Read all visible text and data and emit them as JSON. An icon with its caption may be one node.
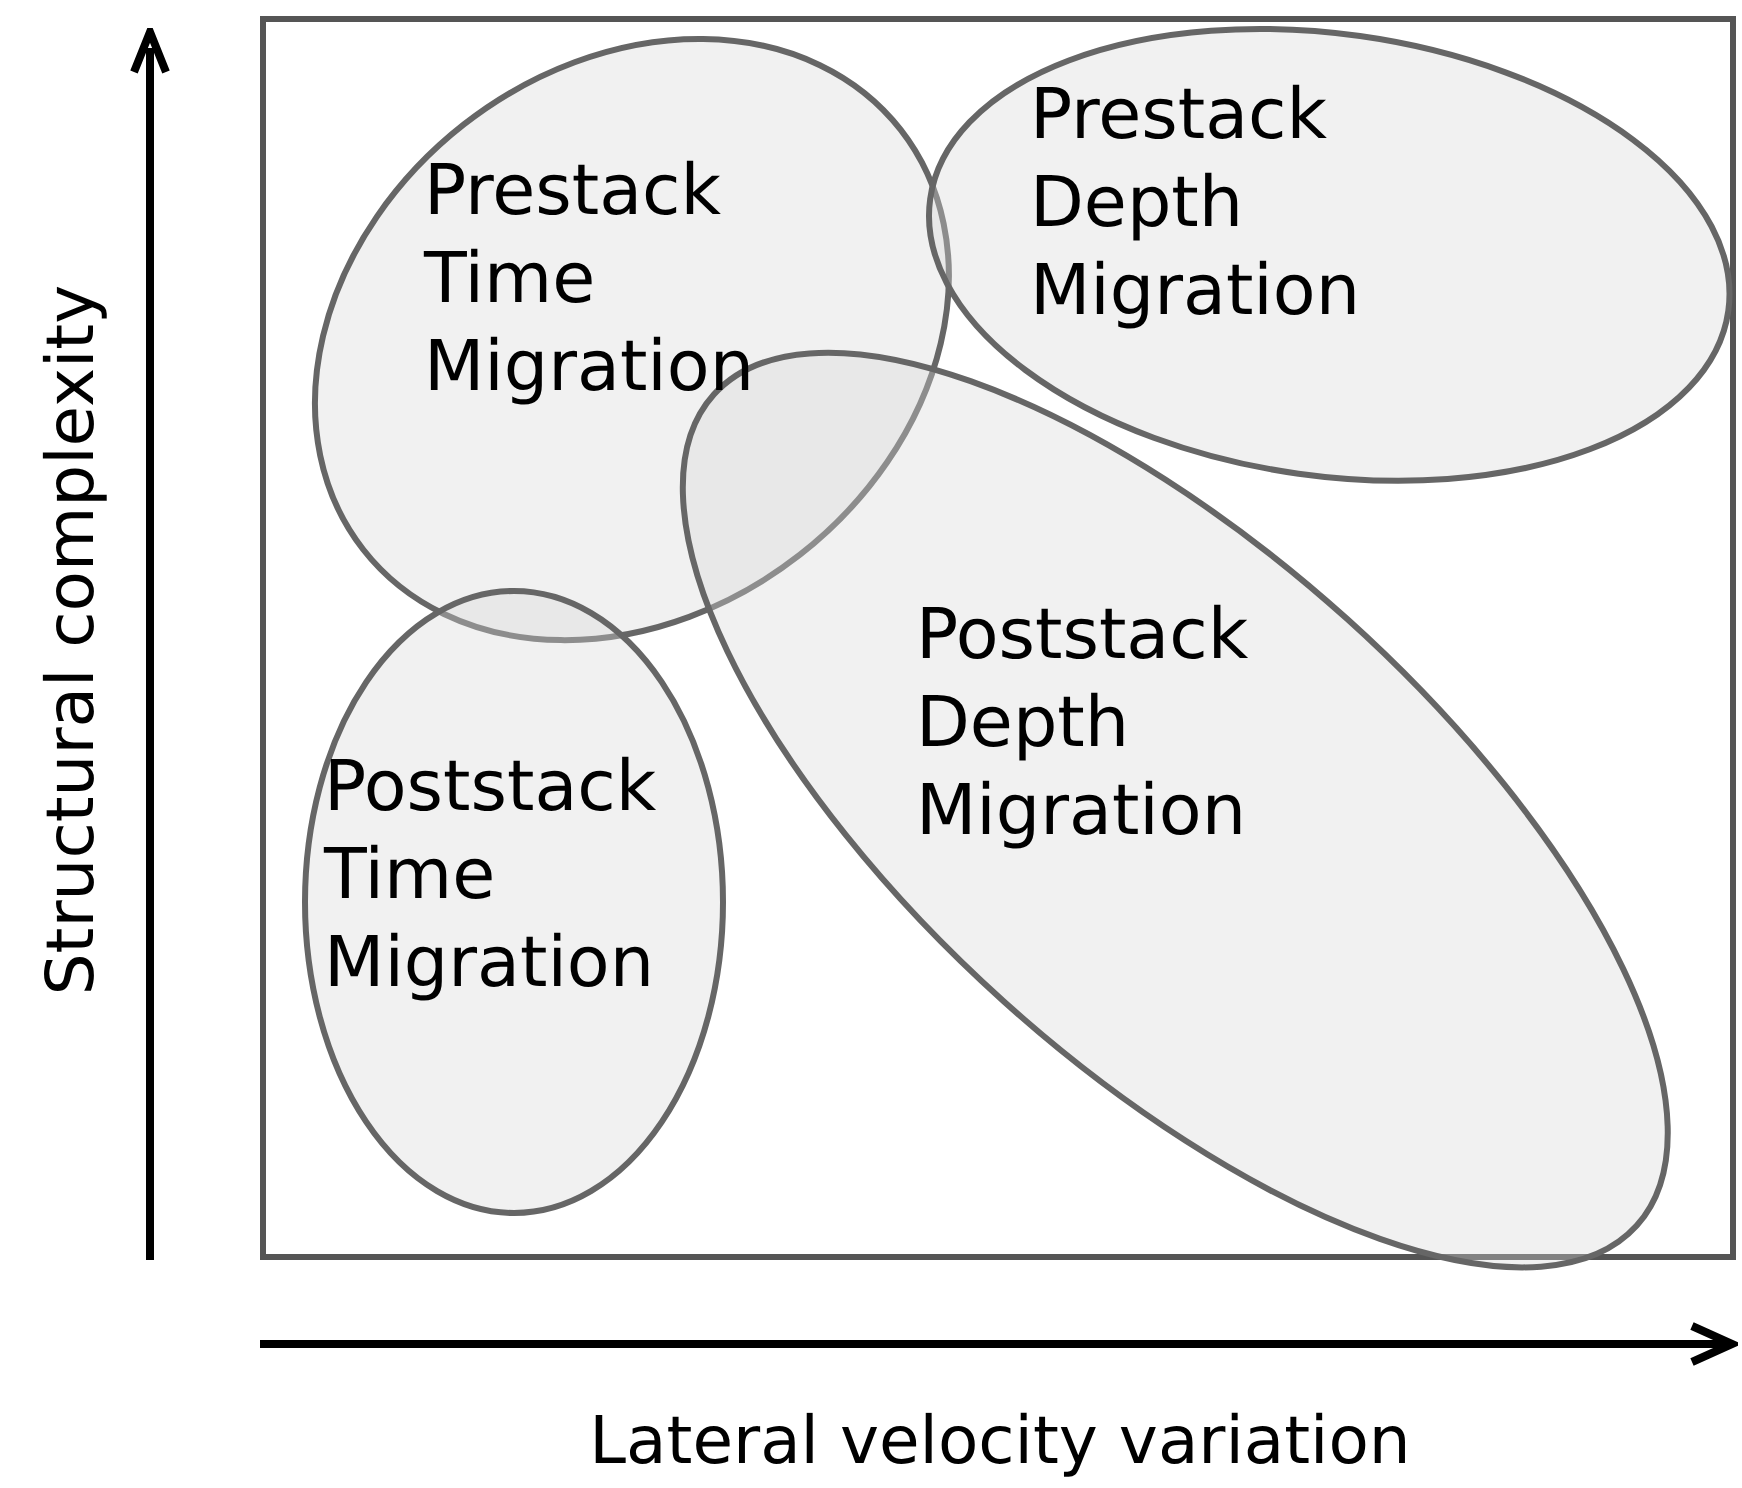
{
  "diagram": {
    "nodes": [
      {
        "text": [
          "Prestack Time Migration"
        ]
      },
      {
        "text": [
          "Prestack Depth Migration"
        ]
      },
      {
        "text": [
          "Poststack Depth Migration"
        ]
      },
      {
        "text": [
          "Poststack Time Migration"
        ]
      }
    ],
    "edges": [],
    "labels": [
      "Structural complexity",
      "Lateral velocity variation"
    ]
  }
}
